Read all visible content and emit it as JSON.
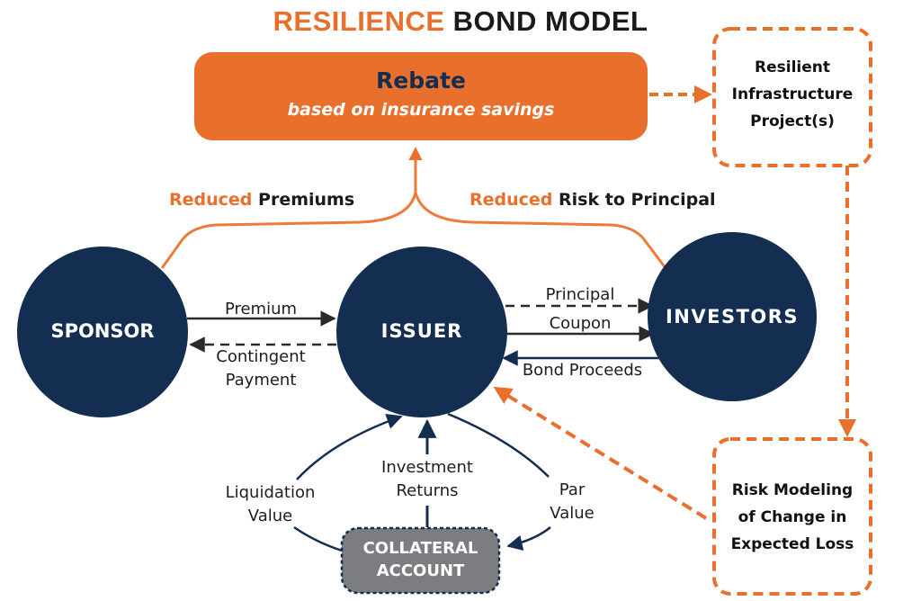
{
  "title": {
    "highlight": "RESILIENCE",
    "rest": "BOND MODEL"
  },
  "rebate_box": {
    "title": "Rebate",
    "subtitle": "based on insurance savings"
  },
  "brace_labels": {
    "left": {
      "highlight": "Reduced",
      "rest": "Premiums"
    },
    "right": {
      "highlight": "Reduced",
      "rest": "Risk to Principal"
    }
  },
  "nodes": {
    "sponsor": "SPONSOR",
    "issuer": "ISSUER",
    "investors": "INVESTORS",
    "collateral": [
      "COLLATERAL",
      "ACCOUNT"
    ]
  },
  "flows": {
    "premium": "Premium",
    "contingent_payment": [
      "Contingent",
      "Payment"
    ],
    "principal": "Principal",
    "coupon": "Coupon",
    "bond_proceeds": "Bond Proceeds",
    "liquidation_value": [
      "Liquidation",
      "Value"
    ],
    "investment_returns": [
      "Investment",
      "Returns"
    ],
    "par_value": [
      "Par",
      "Value"
    ]
  },
  "side_boxes": {
    "infrastructure": [
      "Resilient",
      "Infrastructure",
      "Project(s)"
    ],
    "risk_modeling": [
      "Risk Modeling",
      "of Change in",
      "Expected Loss"
    ]
  },
  "colors": {
    "orange": "#e86f2c",
    "navy": "#142e52",
    "gray": "#7b7d80",
    "text": "#1a1a1a"
  }
}
